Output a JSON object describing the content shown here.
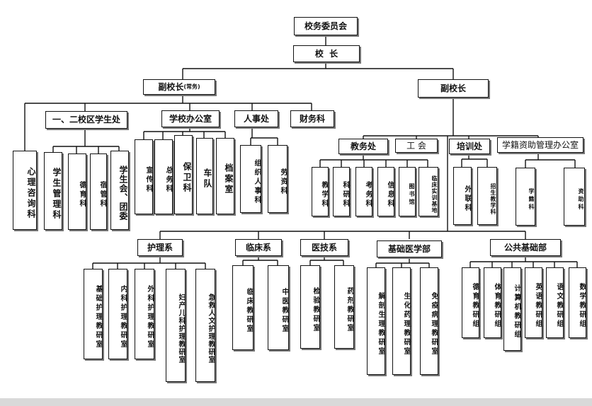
{
  "top": {
    "committee": "校务委员会",
    "principal": "校  长"
  },
  "vice": {
    "left_main": "副校长",
    "left_note": "(常务)",
    "right": "副校长"
  },
  "left_branch": {
    "psych": "心理咨询科",
    "campus2": "一、二校区学生处",
    "campus2_children": [
      "学生管理科",
      "德育科",
      "宿管科",
      "学生会、团委"
    ],
    "office": "学校办公室",
    "office_children": [
      "宣传科",
      "总务科",
      "保卫科",
      "车队",
      "档案室"
    ],
    "hr": "人事处",
    "hr_children": [
      "组织人事科",
      "劳资科"
    ],
    "finance": "财务科"
  },
  "right_branch": {
    "academic": "教务处",
    "academic_children": [
      "教学科",
      "科研科",
      "考务科",
      "信息科",
      "图书馆",
      "临床实训基地"
    ],
    "union": "工 会",
    "training": "培训处",
    "training_children": [
      "外联科",
      "招生教学科"
    ],
    "aid": "学籍资助管理办公室",
    "aid_children": [
      "学籍科",
      "资助科"
    ]
  },
  "departments": {
    "nursing": "护理系",
    "nursing_children": [
      "基础护理教研室",
      "内科护理教研室",
      "外科护理教研室",
      "妇产儿科护理教研室",
      "急救人文护理教研室"
    ],
    "clinical": "临床系",
    "clinical_children": [
      "临床教研室",
      "中医教研室"
    ],
    "medtech": "医技系",
    "medtech_children": [
      "检验教研室",
      "药剂教研室"
    ],
    "basic": "基础医学部",
    "basic_children": [
      "解剖生理教研室",
      "生化药理教研室",
      "免疫病理教研室"
    ],
    "public": "公共基础部",
    "public_children": [
      "德育教研组",
      "体育教研组",
      "计算机教研组",
      "英语教研组",
      "语文教研组",
      "数学教研组"
    ]
  }
}
